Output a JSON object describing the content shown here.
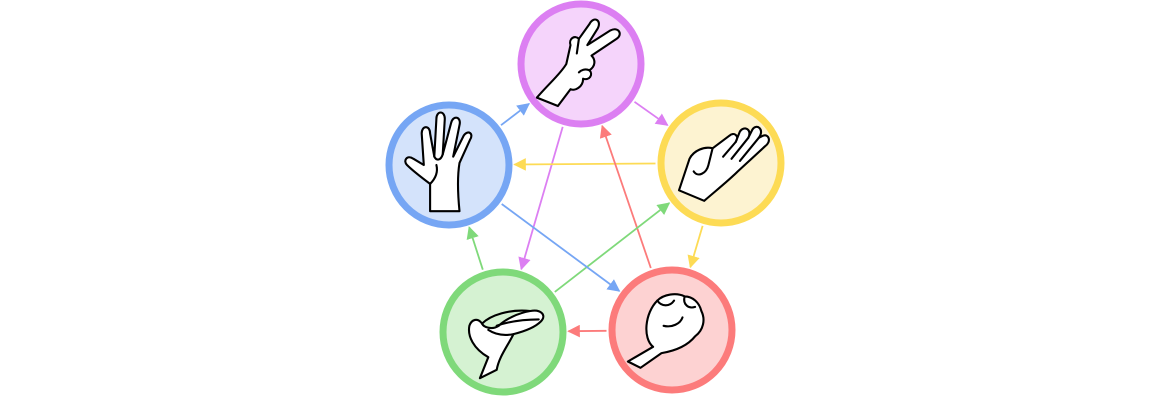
{
  "diagram": {
    "type": "cyclic-graph",
    "nodes": [
      {
        "id": "scissors",
        "icon": "scissors-hand-icon",
        "fill": "#f5d4fb",
        "stroke": "#dc7ff2"
      },
      {
        "id": "paper",
        "icon": "paper-hand-icon",
        "fill": "#fdf3d1",
        "stroke": "#fddb55"
      },
      {
        "id": "rock",
        "icon": "rock-fist-icon",
        "fill": "#fdd2d2",
        "stroke": "#fc7b7b"
      },
      {
        "id": "lizard",
        "icon": "lizard-hand-icon",
        "fill": "#d5f2d2",
        "stroke": "#7fd97a"
      },
      {
        "id": "spock",
        "icon": "spock-hand-icon",
        "fill": "#d4e3fb",
        "stroke": "#76a6f4"
      }
    ],
    "edges": [
      {
        "from": "scissors",
        "to": "paper",
        "color": "#dc7ff2"
      },
      {
        "from": "scissors",
        "to": "lizard",
        "color": "#dc7ff2"
      },
      {
        "from": "paper",
        "to": "rock",
        "color": "#fddb55"
      },
      {
        "from": "paper",
        "to": "spock",
        "color": "#fddb55"
      },
      {
        "from": "rock",
        "to": "lizard",
        "color": "#fc7b7b"
      },
      {
        "from": "rock",
        "to": "scissors",
        "color": "#fc7b7b"
      },
      {
        "from": "lizard",
        "to": "spock",
        "color": "#7fd97a"
      },
      {
        "from": "lizard",
        "to": "paper",
        "color": "#7fd97a"
      },
      {
        "from": "spock",
        "to": "scissors",
        "color": "#76a6f4"
      },
      {
        "from": "spock",
        "to": "rock",
        "color": "#76a6f4"
      }
    ]
  }
}
